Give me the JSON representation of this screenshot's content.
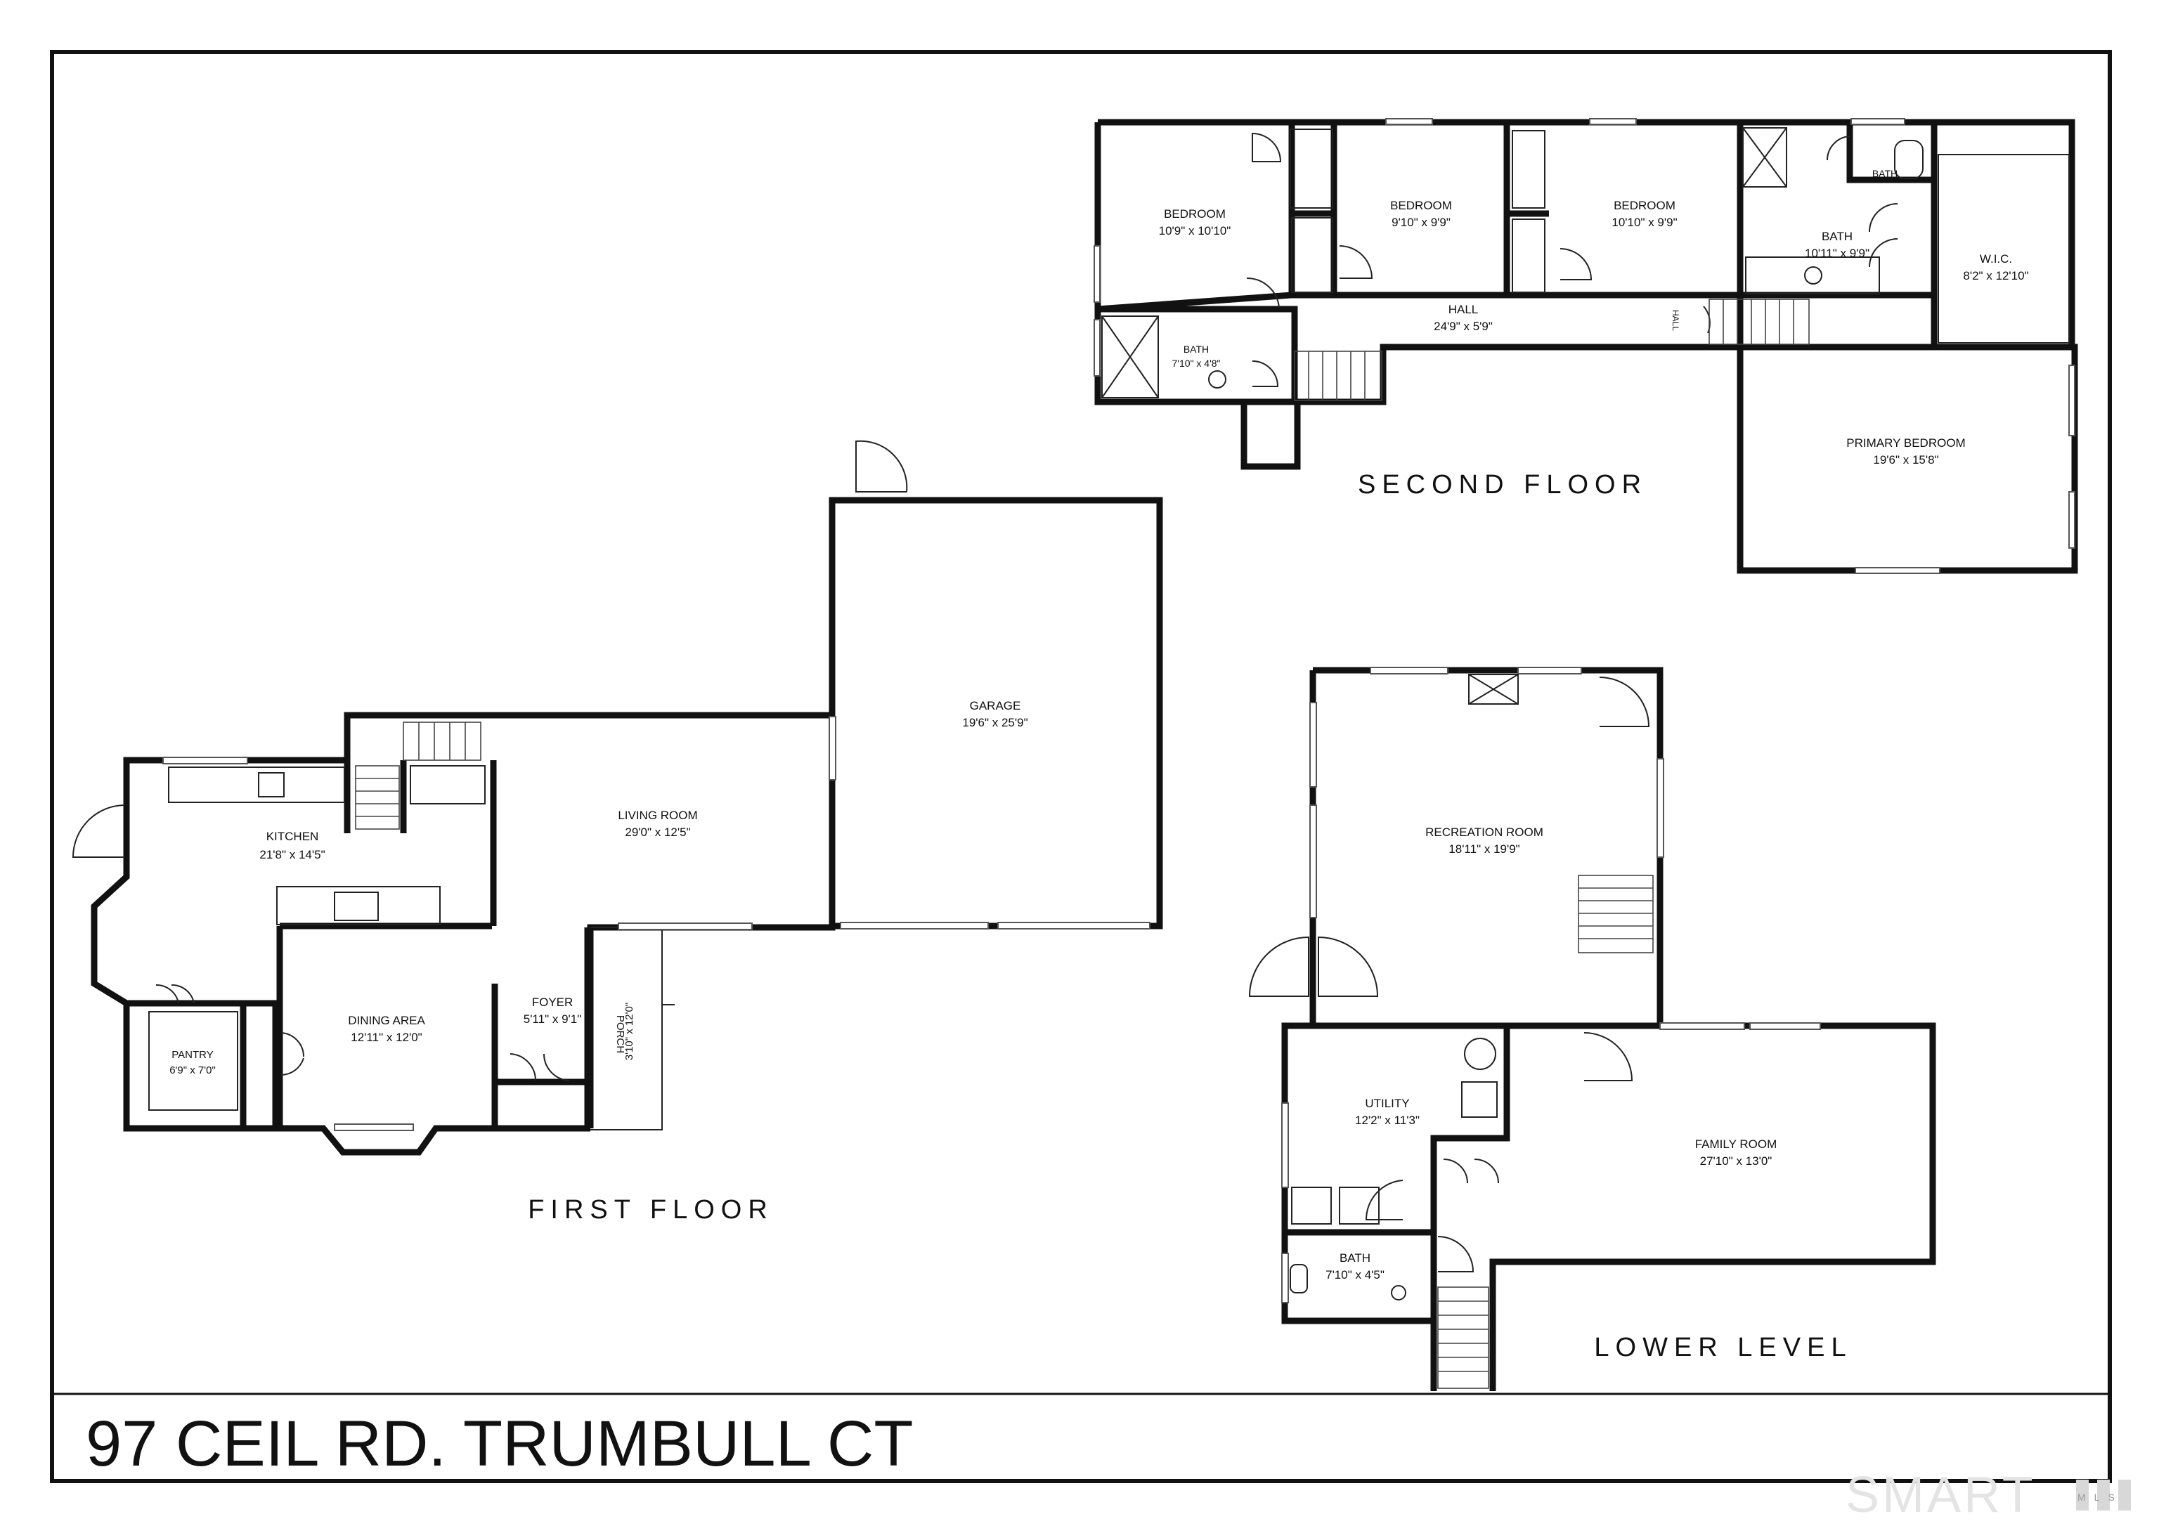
{
  "address": "97 CEIL RD. TRUMBULL CT",
  "watermark": "SMART",
  "watermark_small": "MLS",
  "floors": {
    "first": "FIRST FLOOR",
    "second": "SECOND FLOOR",
    "lower": "LOWER LEVEL"
  },
  "rooms": {
    "kitchen": {
      "name": "KITCHEN",
      "dims": "21'8\" x 14'5\""
    },
    "living": {
      "name": "LIVING ROOM",
      "dims": "29'0\" x 12'5\""
    },
    "garage": {
      "name": "GARAGE",
      "dims": "19'6\" x 25'9\""
    },
    "dining": {
      "name": "DINING AREA",
      "dims": "12'11\" x 12'0\""
    },
    "foyer": {
      "name": "FOYER",
      "dims": "5'11\" x 9'1\""
    },
    "porch": {
      "name": "PORCH",
      "dims": "3'10\" x 12'0\""
    },
    "pantry": {
      "name": "PANTRY",
      "dims": "6'9\" x 7'0\""
    },
    "bed1": {
      "name": "BEDROOM",
      "dims": "10'9\" x 10'10\""
    },
    "bed2": {
      "name": "BEDROOM",
      "dims": "9'10\" x 9'9\""
    },
    "bed3": {
      "name": "BEDROOM",
      "dims": "10'10\" x 9'9\""
    },
    "bath_primary": {
      "name": "BATH",
      "dims": "10'11\" x 9'9\""
    },
    "bath_small": {
      "name": "BATH"
    },
    "wic": {
      "name": "W.I.C.",
      "dims": "8'2\" x 12'10\""
    },
    "hall": {
      "name": "HALL",
      "dims": "24'9\" x 5'9\""
    },
    "hall_small": {
      "name": "HALL"
    },
    "bath2": {
      "name": "BATH",
      "dims": "7'10\" x 4'8\""
    },
    "primary": {
      "name": "PRIMARY BEDROOM",
      "dims": "19'6\" x 15'8\""
    },
    "recreation": {
      "name": "RECREATION ROOM",
      "dims": "18'11\" x 19'9\""
    },
    "utility": {
      "name": "UTILITY",
      "dims": "12'2\" x 11'3\""
    },
    "family": {
      "name": "FAMILY ROOM",
      "dims": "27'10\" x 13'0\""
    },
    "bath_lower": {
      "name": "BATH",
      "dims": "7'10\" x 4'5\""
    }
  }
}
